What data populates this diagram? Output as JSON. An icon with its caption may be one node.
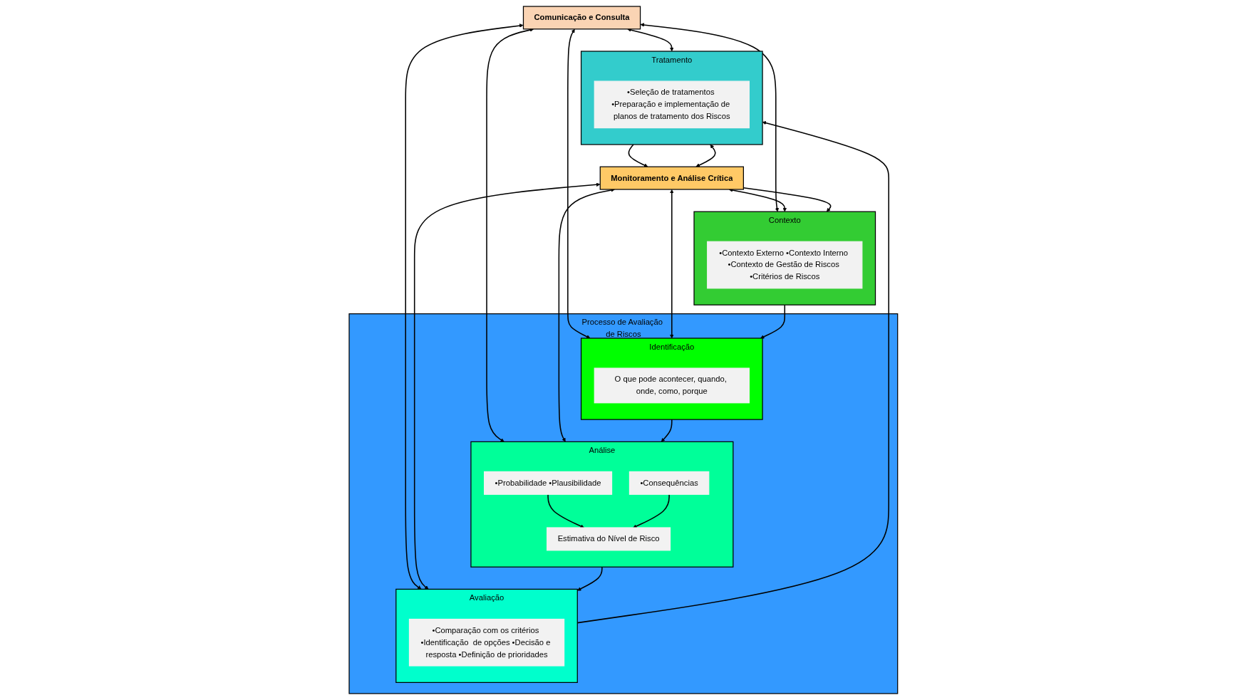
{
  "diagram": {
    "nodes": [
      {
        "text": [
          "Comunicação e Consulta"
        ]
      },
      {
        "text": [
          "Contexto"
        ]
      },
      {
        "text": [
          "•Contexto Externo •Contexto Interno •Contexto de Gestão de Riscos •Critérios de Riscos"
        ],
        "in": 1
      },
      {
        "text": [
          "Processo de Avaliação de Riscos"
        ]
      },
      {
        "text": [
          "Identificação"
        ],
        "in": 3
      },
      {
        "text": [
          "O que pode acontecer, quando, onde, como, porque"
        ],
        "in": 4
      },
      {
        "text": [
          "Análise"
        ],
        "in": 3
      },
      {
        "text": [
          "•Probabilidade •Plausibilidade"
        ],
        "in": 6
      },
      {
        "text": [
          "•Consequências"
        ],
        "in": 6
      },
      {
        "text": [
          "Estimativa do Nível de Risco"
        ],
        "in": 6
      },
      {
        "text": [
          "Avaliação"
        ],
        "in": 3
      },
      {
        "text": [
          "•Comparação com os critérios •Identificação  de opções •Decisão e resposta •Definição de prioridades"
        ],
        "in": 10
      },
      {
        "text": [
          "Tratamento"
        ]
      },
      {
        "text": [
          "•Seleção de tratamentos •Preparação e implementação de planos de tratamento dos Riscos"
        ],
        "in": 12
      },
      {
        "text": [
          "Monitoramento e Análise Crítica"
        ]
      }
    ],
    "edges": [
      {
        "from": 0,
        "to": 1,
        "arrow": "both"
      },
      {
        "from": 0,
        "to": 4,
        "arrow": "both"
      },
      {
        "from": 0,
        "to": 6,
        "arrow": "both"
      },
      {
        "from": 0,
        "to": 10,
        "arrow": "both"
      },
      {
        "from": 0,
        "to": 12,
        "arrow": "both"
      },
      {
        "from": 14,
        "to": 1,
        "arrow": "both"
      },
      {
        "from": 14,
        "to": 4,
        "arrow": "both"
      },
      {
        "from": 14,
        "to": 6,
        "arrow": "both"
      },
      {
        "from": 14,
        "to": 10,
        "arrow": "both"
      },
      {
        "from": 14,
        "to": 12,
        "arrow": "both"
      },
      {
        "from": 1,
        "to": 4,
        "arrow": "to"
      },
      {
        "from": 4,
        "to": 6,
        "arrow": "to"
      },
      {
        "from": 7,
        "to": 9,
        "arrow": "to"
      },
      {
        "from": 8,
        "to": 9,
        "arrow": "to"
      },
      {
        "from": 6,
        "to": 10,
        "arrow": "to"
      },
      {
        "from": 10,
        "to": 12,
        "arrow": "to"
      },
      {
        "from": 14,
        "to": 1,
        "arrow": "to"
      },
      {
        "from": 12,
        "to": 14,
        "arrow": "to"
      }
    ]
  }
}
